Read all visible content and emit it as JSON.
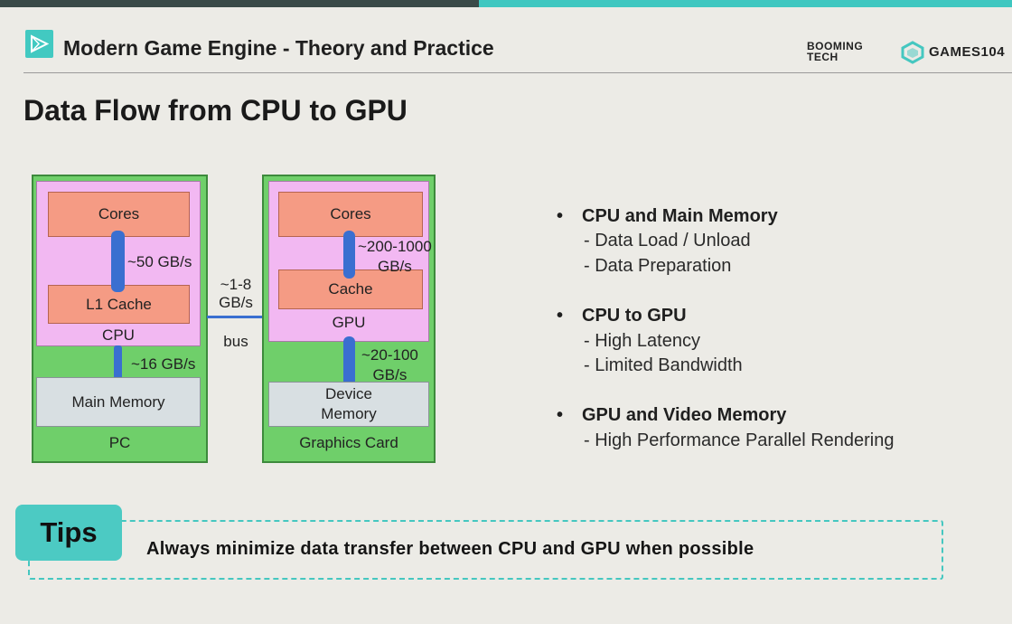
{
  "header": {
    "course_title": "Modern Game Engine - Theory and Practice",
    "brand_booming": [
      "BOOMING",
      "TECH"
    ],
    "brand_games": "GAMES104",
    "accent_color": "#42c9c1"
  },
  "slide": {
    "title": "Data Flow from CPU to GPU"
  },
  "diagram": {
    "pc": {
      "label": "PC",
      "cores": "Cores",
      "l1_cache": "L1 Cache",
      "cpu": "CPU",
      "main_memory": "Main Memory",
      "cores_l1_bandwidth": "~50 GB/s",
      "cpu_memory_bandwidth": "~16 GB/s"
    },
    "bus": {
      "bandwidth": [
        "~1-8",
        "GB/s"
      ],
      "label": "bus"
    },
    "graphics_card": {
      "label": "Graphics Card",
      "cores": "Cores",
      "cache": "Cache",
      "gpu": "GPU",
      "device_memory": [
        "Device",
        "Memory"
      ],
      "cores_cache_bandwidth": [
        "~200-1000",
        "GB/s"
      ],
      "gpu_memory_bandwidth": [
        "~20-100",
        "GB/s"
      ]
    }
  },
  "bullets": [
    {
      "heading": "CPU and Main Memory",
      "items": [
        "- Data Load / Unload",
        "- Data Preparation"
      ]
    },
    {
      "heading": "CPU to GPU",
      "items": [
        "- High Latency",
        "- Limited Bandwidth"
      ]
    },
    {
      "heading": "GPU and Video Memory",
      "items": [
        "- High Performance Parallel Rendering"
      ]
    }
  ],
  "tips": {
    "badge": "Tips",
    "text": "Always minimize data transfer between CPU and GPU when possible"
  }
}
